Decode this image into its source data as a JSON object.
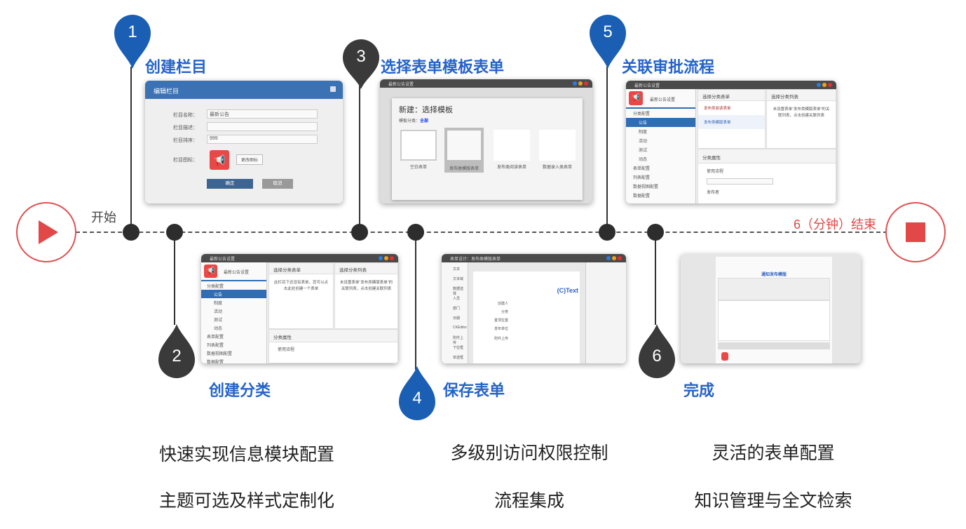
{
  "timeline": {
    "start_label": "开始",
    "end_label": "6（分钟）结束"
  },
  "colors": {
    "blue": "#1a5fb4",
    "dark": "#3a3a3a",
    "title_blue": "#2563c9",
    "red": "#e24848"
  },
  "steps": [
    {
      "number": "1",
      "title": "创建栏目"
    },
    {
      "number": "2",
      "title": "创建分类"
    },
    {
      "number": "3",
      "title": "选择表单模板表单"
    },
    {
      "number": "4",
      "title": "保存表单"
    },
    {
      "number": "5",
      "title": "关联审批流程"
    },
    {
      "number": "6",
      "title": "完成"
    }
  ],
  "shot1": {
    "title": "编辑栏目",
    "fields": [
      {
        "label": "栏目名称：",
        "value": "最新公告"
      },
      {
        "label": "栏目描述：",
        "value": ""
      },
      {
        "label": "栏目排序：",
        "value": "999"
      }
    ],
    "icon_label": "栏目图标：",
    "change_icon": "更改图标",
    "ok": "确定",
    "cancel": "取消"
  },
  "shot3": {
    "window": "最新公告设置",
    "heading": "新建：选择模板",
    "category_label": "模板分类：",
    "category_value": "全部",
    "templates": [
      "空白表单",
      "发布类模版表单",
      "发布类阅读表单",
      "数据录入类表单"
    ]
  },
  "shot5": {
    "window": "最新公告设置",
    "app": "最新公告设置",
    "col1": "选择分类表单",
    "col2": "选择分类列表",
    "tree": [
      "分类配置",
      "公告",
      "制度",
      "活动",
      "测试",
      "动态",
      "表单配置",
      "列表配置",
      "数据视图配置",
      "数据配置"
    ],
    "forms": [
      "发布类阅读表单",
      "发布类模版表单"
    ],
    "hint": "未设置表单“发布类模版表单”的关联列表，点击创建关联列表",
    "props": "分类属性",
    "use_flow": "使用流程",
    "publisher": "发布者"
  },
  "shot2": {
    "window": "最新公告设置",
    "app": "最新公告设置",
    "col1": "选择分类表单",
    "col2": "选择分类列表",
    "tree": [
      "分类配置",
      "公告",
      "制度",
      "活动",
      "测试",
      "动态",
      "表单配置",
      "列表配置",
      "数据视图配置",
      "数据配置"
    ],
    "hint1": "此栏目下还没有表单，您可以点击此处创建一个表单",
    "hint2": "未设置表单“发布类模版表单”的关联列表，点击创建关联列表",
    "props": "分类属性",
    "use_flow": "使用流程"
  },
  "shot4": {
    "window": "表单设计：发布类模版表单",
    "tools": [
      "文本",
      "文本域",
      "数据选择",
      "人员",
      "部门",
      "日期",
      "CKEditor",
      "附件上传",
      "下拉框",
      "单选框"
    ],
    "text_sample": "(C)Text",
    "rows": [
      "创建人",
      "分类",
      "置顶位置",
      "发布单位",
      "附件上传"
    ]
  },
  "shot6": {
    "title": "通知发布模版"
  },
  "features": [
    [
      "快速实现信息模块配置",
      "主题可选及样式定制化"
    ],
    [
      "多级别访问权限控制",
      "流程集成"
    ],
    [
      "灵活的表单配置",
      "知识管理与全文检索"
    ]
  ]
}
